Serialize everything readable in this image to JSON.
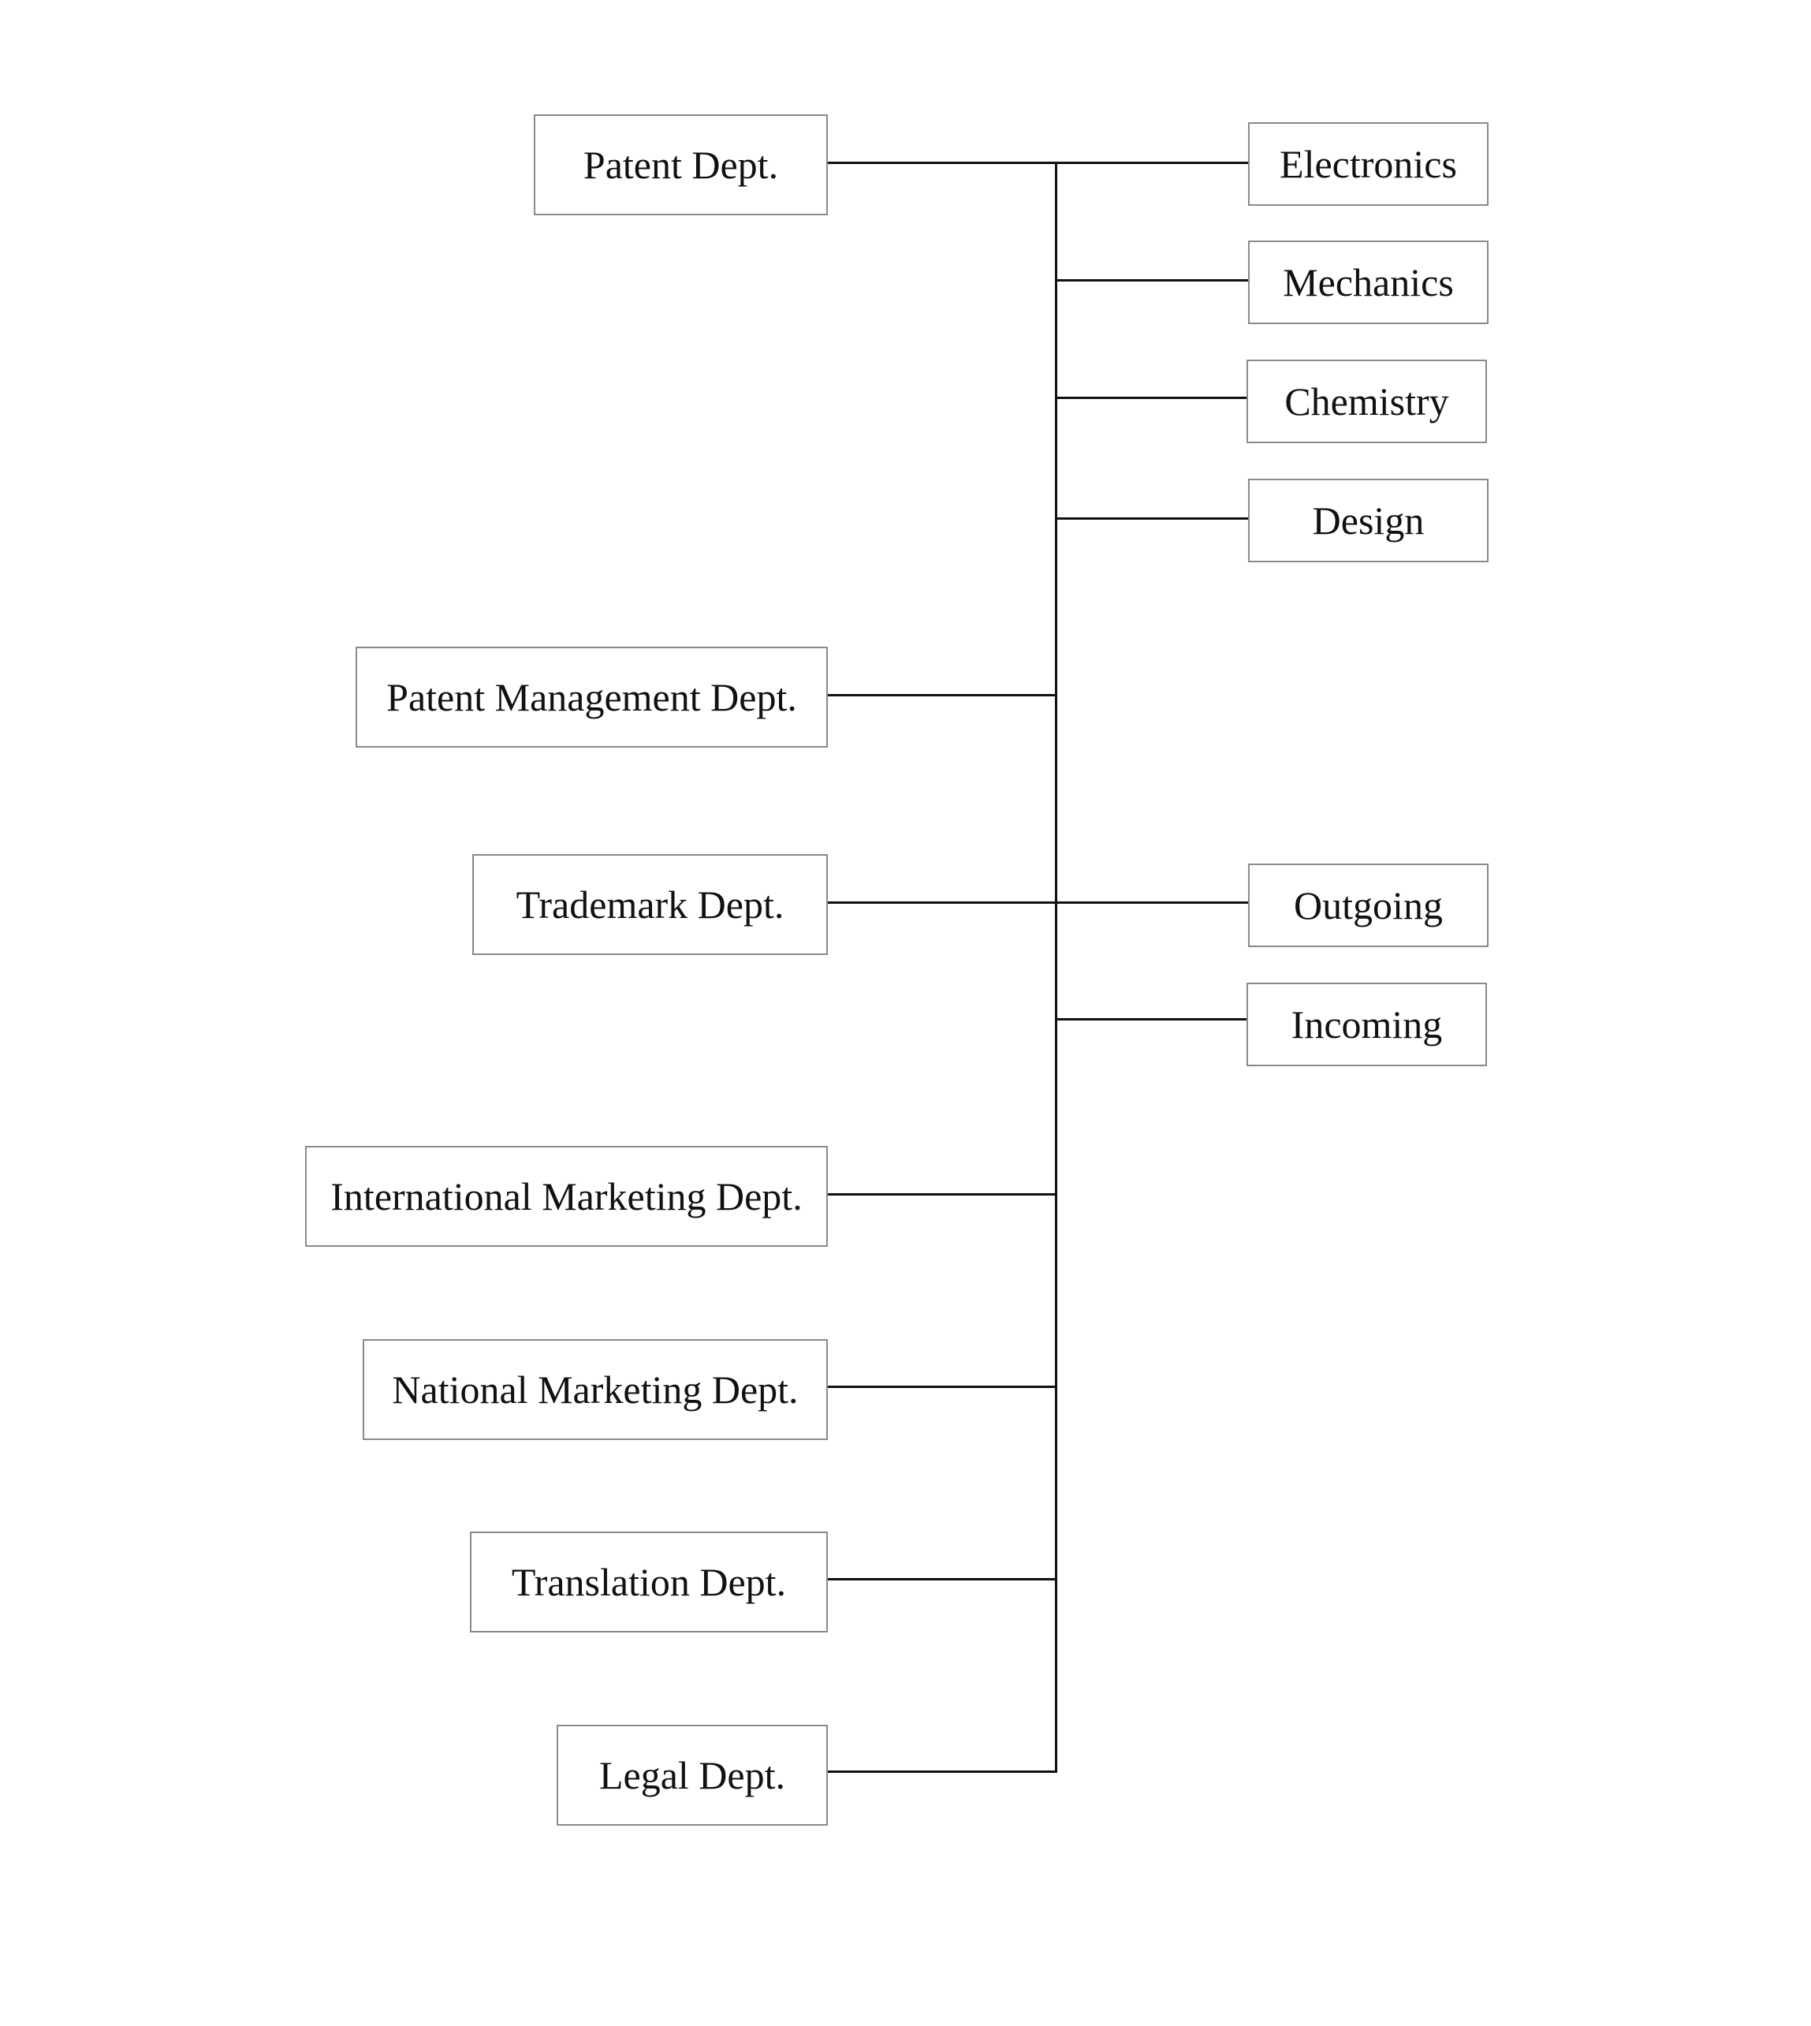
{
  "departments": [
    "Patent Dept.",
    "Patent Management Dept.",
    "Trademark Dept.",
    "International Marketing Dept.",
    "National Marketing Dept.",
    "Translation Dept.",
    "Legal Dept."
  ],
  "patent_sections": [
    "Electronics",
    "Mechanics",
    "Chemistry",
    "Design"
  ],
  "trademark_sections": [
    "Outgoing",
    "Incoming"
  ],
  "colors": {
    "box_border": "#8a8a8a",
    "connector": "#111111",
    "text": "#111111",
    "background": "#ffffff"
  }
}
